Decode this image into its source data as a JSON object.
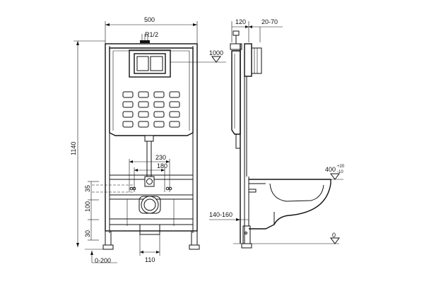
{
  "front_view": {
    "width_label": "500",
    "connection_label": "R1/2",
    "level_label": "1000",
    "height_label": "1140",
    "bolt_spacing_outer": "230",
    "bolt_spacing_inner": "180",
    "side_dim_35": "35",
    "side_dim_100": "100",
    "side_dim_30": "30",
    "foot_adjust_label": "0-200",
    "bottom_width_label": "110"
  },
  "side_view": {
    "depth_label": "120",
    "flush_plate_label": "20-70",
    "outlet_height_base": "400",
    "outlet_tol_plus": "+20",
    "outlet_tol_minus": "-10",
    "wall_range_label": "140-160",
    "floor_label": "0"
  }
}
